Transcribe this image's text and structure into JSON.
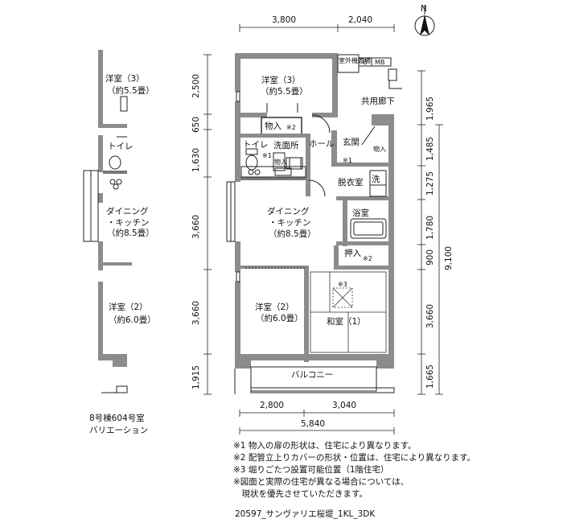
{
  "compass": {
    "label": "N"
  },
  "dims_top": [
    "3,800",
    "2,040"
  ],
  "dims_bottom": [
    "2,800",
    "3,040",
    "5,840"
  ],
  "dims_left": [
    "2,500",
    "650",
    "1,630",
    "3,660",
    "3,660",
    "1,915"
  ],
  "dims_right": [
    "1,965",
    "1,485",
    "1,275",
    "1,780",
    "900",
    "3,660",
    "1,665",
    "9,100"
  ],
  "rooms": {
    "western3": {
      "name": "洋室（3）",
      "size": "（約5.5畳）"
    },
    "storage1": {
      "name": "物入",
      "mark": "※2"
    },
    "toilet": {
      "name": "トイレ"
    },
    "washroom": {
      "name": "洗面所"
    },
    "storage_small": {
      "name": "物入",
      "mark": "※1"
    },
    "hall": {
      "name": "ホール"
    },
    "entrance": {
      "name": "玄関",
      "mark": "※1"
    },
    "entrance_storage": {
      "name": "物入"
    },
    "dressing": {
      "name": "脱衣室"
    },
    "wash_mark": {
      "name": "洗"
    },
    "bath": {
      "name": "浴室"
    },
    "dining": {
      "name1": "ダイニング",
      "name2": "・キッチン",
      "size": "（約8.5畳）"
    },
    "oshiire": {
      "name": "押入",
      "mark": "※2"
    },
    "western2": {
      "name": "洋室（2）",
      "size": "（約6.0畳）"
    },
    "washitsu": {
      "name": "和室（1）",
      "mark": "※3"
    },
    "balcony": {
      "name": "バルコニー"
    },
    "corridor": {
      "name": "共用廊下"
    },
    "meter": {
      "box1": "室外機置場",
      "box2": "B",
      "box3": "MB"
    }
  },
  "variant": {
    "western3": {
      "name": "洋室（3）",
      "size": "（約5.5畳）"
    },
    "toilet": {
      "name": "トイレ"
    },
    "dining": {
      "name1": "ダイニング",
      "name2": "・キッチン",
      "size": "（約8.5畳）"
    },
    "western2": {
      "name": "洋室（2）",
      "size": "（約6.0畳）"
    },
    "caption1": "8号棟604号室",
    "caption2": "バリエーション"
  },
  "notes": [
    "※1 物入の扉の形状は、住宅により異なります。",
    "※2 配管立上りカバーの形状・位置は、住宅により異なります。",
    "※3 堀りごたつ設置可能位置（1階住宅）",
    "※図面と実際の住宅が異なる場合については、",
    "　現状を優先させていただきます。"
  ],
  "footer": "20597_サンヴァリエ桜堤_1KL_3DK",
  "colors": {
    "wall": "#8c8c8c",
    "line": "#222222"
  }
}
